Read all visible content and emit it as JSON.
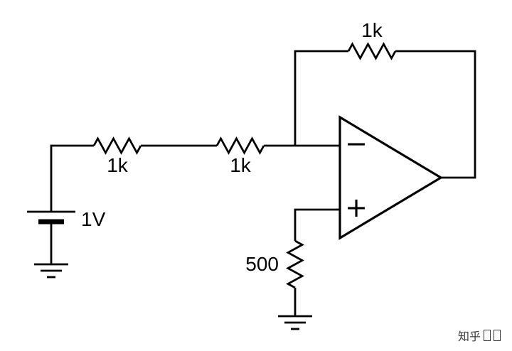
{
  "diagram": {
    "type": "circuit-schematic",
    "description": "Inverting op-amp circuit with two series 1k input resistors, 1k feedback resistor, 500 ohm resistor from non-inverting input to ground, driven by a 1V source",
    "colors": {
      "stroke": "#000000",
      "background": "#ffffff"
    },
    "labels": {
      "r1": "1k",
      "r2": "1k",
      "rf": "1k",
      "rg": "500",
      "source": "1V",
      "inverting_input": "−",
      "noninverting_input": "+"
    },
    "watermark": "知乎"
  }
}
